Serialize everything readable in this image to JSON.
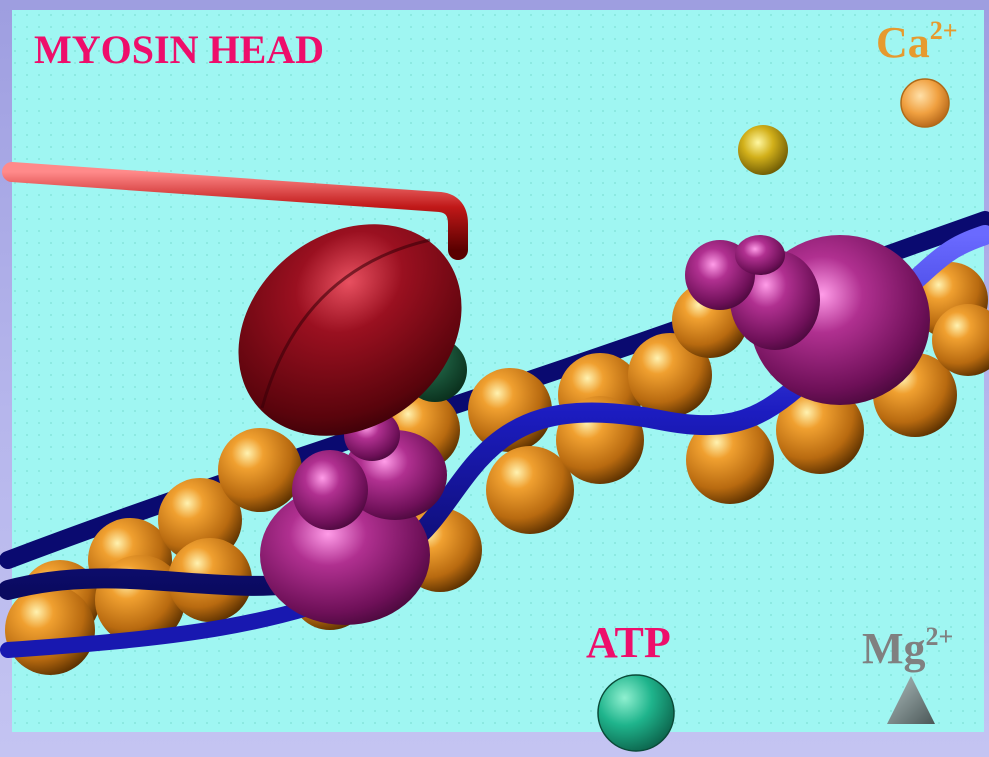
{
  "title": "MYOSIN HEAD",
  "legend": {
    "calcium": {
      "base": "Ca",
      "charge": "2+",
      "color": "#e69a2e"
    },
    "atp": {
      "label": "ATP",
      "color": "#ee0e6b"
    },
    "magnesium": {
      "base": "Mg",
      "charge": "2+",
      "color": "#808080"
    }
  },
  "colors": {
    "title": "#ee0e6b",
    "background": "#9ff6f2",
    "frame": "#b6b6ec",
    "actin_bead": "#d9861c",
    "tropomyosin": "#1c1cae",
    "troponin": "#8e1e72",
    "myosin_head": "#7a0a14",
    "atp_sphere": "#16b48a",
    "calcium_sphere": "#f0a040",
    "magnesium_marker": "#6e7e7e"
  },
  "icons": {
    "calcium": "orange-sphere-icon",
    "atp": "green-sphere-icon",
    "magnesium": "grey-triangle-icon"
  }
}
